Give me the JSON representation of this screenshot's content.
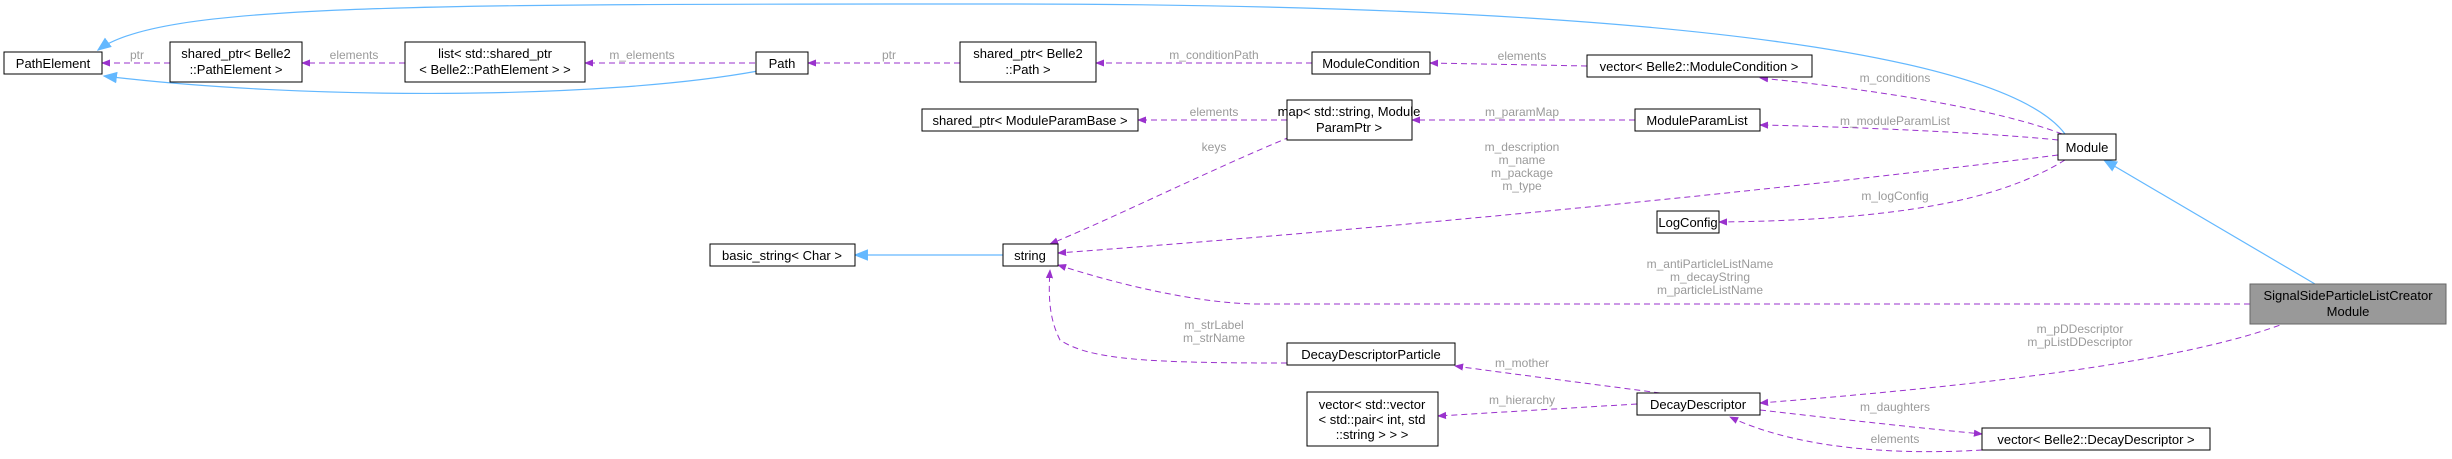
{
  "nodes": {
    "path_element": "PathElement",
    "sp_path_element": [
      "shared_ptr< Belle2",
      "::PathElement >"
    ],
    "list_sp_path_element": [
      "list< std::shared_ptr",
      "< Belle2::PathElement > >"
    ],
    "path": "Path",
    "sp_path": [
      "shared_ptr< Belle2",
      "::Path >"
    ],
    "module_condition": "ModuleCondition",
    "vector_module_condition": "vector< Belle2::ModuleCondition >",
    "module": "Module",
    "sp_module_param_base": "shared_ptr< ModuleParamBase >",
    "map_module_param": [
      "map< std::string, Module",
      "ParamPtr >"
    ],
    "module_param_list": "ModuleParamList",
    "log_config": "LogConfig",
    "basic_string": "basic_string< Char >",
    "string": "string",
    "signal_side_creator": [
      "SignalSideParticleListCreator",
      "Module"
    ],
    "decay_descriptor_particle": "DecayDescriptorParticle",
    "decay_descriptor": "DecayDescriptor",
    "vector_pair": [
      "vector< std::vector",
      "< std::pair< int, std",
      "::string > > >"
    ],
    "vector_decay_descriptor": "vector< Belle2::DecayDescriptor >"
  },
  "edge_labels": {
    "ptr_path_element": "ptr",
    "elements_list": "elements",
    "m_elements": "m_elements",
    "ptr_path": "ptr",
    "m_condition_path": "m_conditionPath",
    "elements_vector_condition": "elements",
    "m_conditions": "m_conditions",
    "elements_map": "elements",
    "m_param_map": "m_paramMap",
    "m_module_param_list": "m_moduleParamList",
    "keys": "keys",
    "module_strings": [
      "m_description",
      "m_name",
      "m_package",
      "m_type"
    ],
    "m_log_config": "m_logConfig",
    "creator_strings": [
      "m_antiParticleListName",
      "m_decayString",
      "m_particleListName"
    ],
    "creator_descriptors": [
      "m_pDDescriptor",
      "m_pListDDescriptor"
    ],
    "particle_strings": [
      "m_strLabel",
      "m_strName"
    ],
    "m_mother": "m_mother",
    "m_hierarchy": "m_hierarchy",
    "m_daughters": "m_daughters",
    "elements_vector_dd": "elements"
  }
}
